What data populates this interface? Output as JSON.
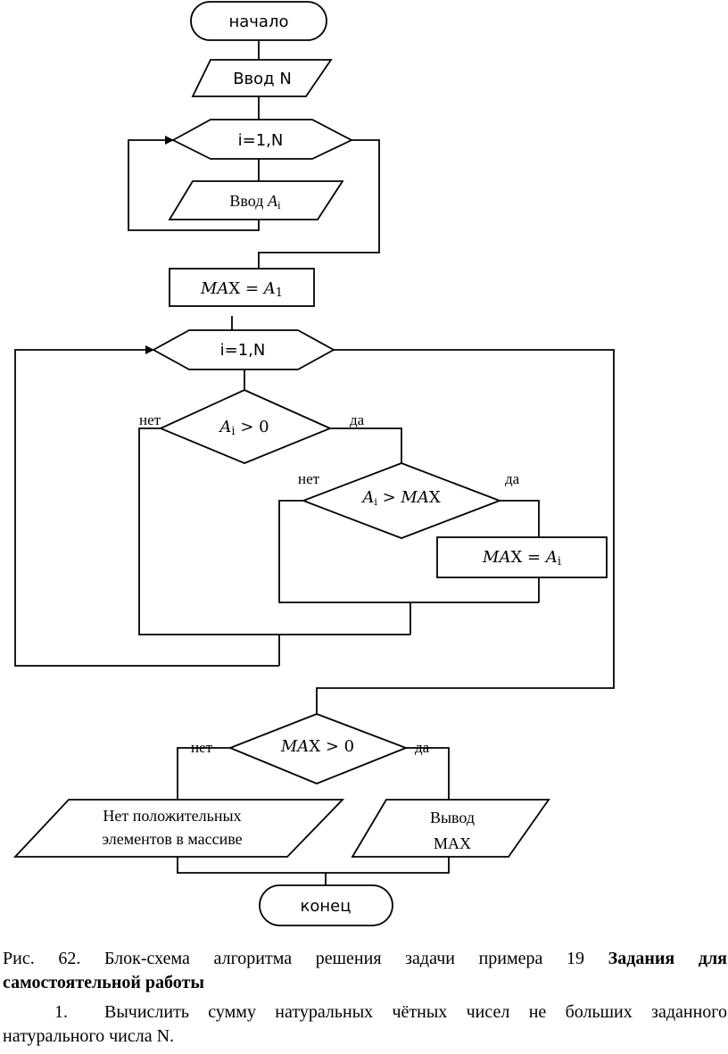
{
  "flowchart": {
    "start": "начало",
    "input_n": "Ввод N",
    "loop1": "i=1,N",
    "input_a": {
      "text": "Ввод ",
      "var": "A",
      "sub": "i"
    },
    "init_max": {
      "var": "MA",
      "x": "X",
      "eq": " = ",
      "rhs": "A",
      "sub": "1"
    },
    "loop2": "i=1,N",
    "cond_pos": {
      "var": "A",
      "sub": "i",
      "op": " > 0"
    },
    "cond_gt": {
      "var": "A",
      "sub": "i",
      "op": " > ",
      "rhs": "MA",
      "x": "X"
    },
    "assign_max": {
      "var": "MA",
      "x": "X",
      "eq": " = ",
      "rhs": "A",
      "sub": "i"
    },
    "cond_final": {
      "var": "MA",
      "x": "X",
      "op": " > 0"
    },
    "output_none": [
      "Нет положительных",
      "элементов в массиве"
    ],
    "output_max": [
      "Вывод",
      "MAX"
    ],
    "end": "конец",
    "labels": {
      "no": "нет",
      "yes": "да"
    }
  },
  "caption": {
    "line1_prefix": "Рис. 62. Блок-схема алгоритма решения задачи примера 19",
    "line1_bold": "Задания для",
    "line2_bold": "самостоятельной работы",
    "task_number": "1.",
    "task_line1": "Вычислить сумму натуральных чётных чисел не больших заданного",
    "task_line2": "натурального числа N."
  }
}
